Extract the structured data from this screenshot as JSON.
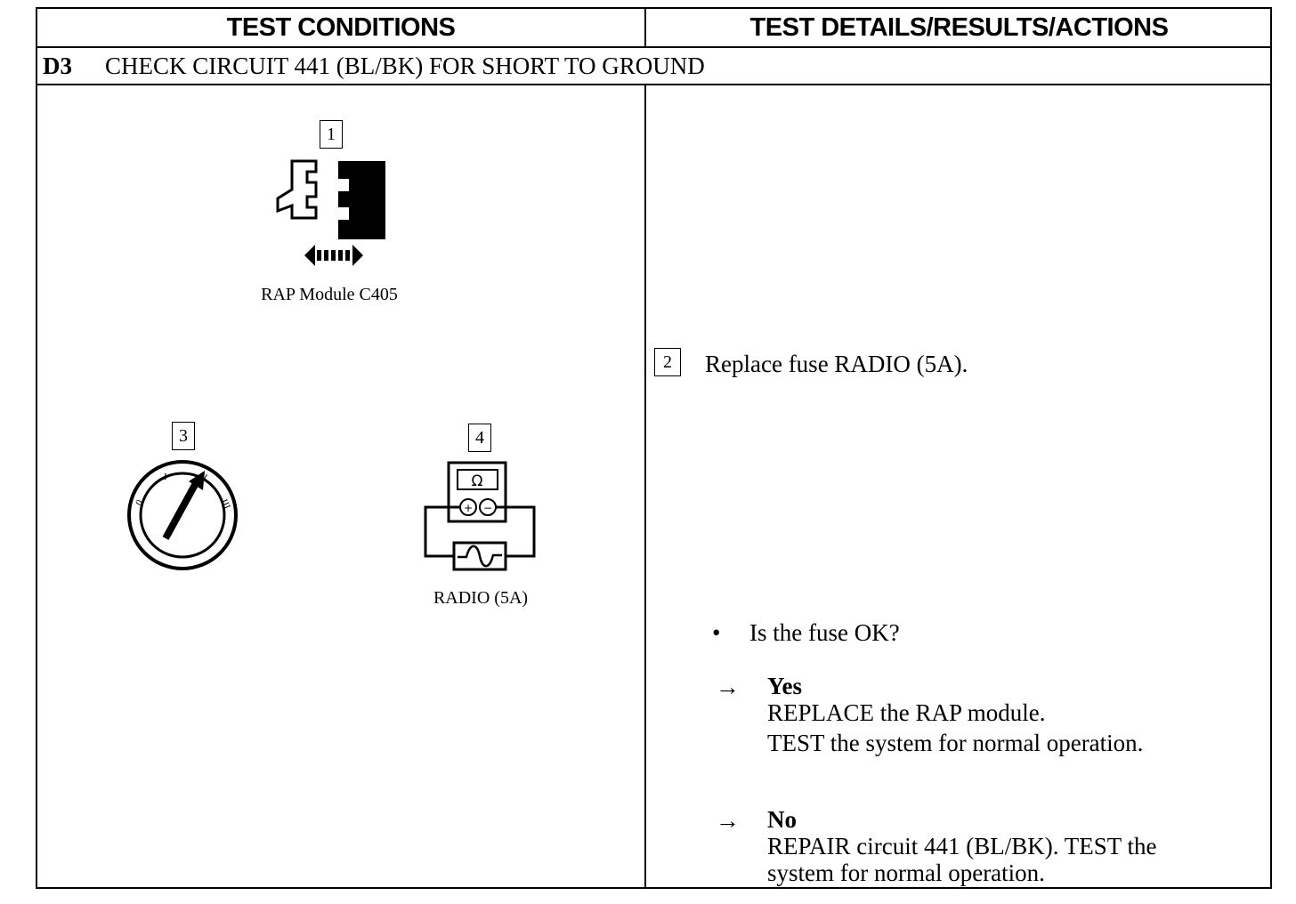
{
  "header": {
    "left": "TEST CONDITIONS",
    "right": "TEST DETAILS/RESULTS/ACTIONS"
  },
  "step": {
    "id": "D3",
    "title": "CHECK CIRCUIT 441 (BL/BK) FOR SHORT TO GROUND"
  },
  "conditions": {
    "fig1": {
      "number": "1",
      "caption": "RAP Module C405"
    },
    "fig3": {
      "number": "3",
      "labels": [
        "0",
        "I",
        "II",
        "III"
      ]
    },
    "fig4": {
      "number": "4",
      "caption": "RADIO (5A)",
      "meter_symbol": "Ω",
      "plus": "+",
      "minus": "−"
    }
  },
  "details": {
    "action": {
      "number": "2",
      "text": "Replace fuse RADIO (5A)."
    },
    "question": {
      "bullet": "•",
      "text": "Is the fuse OK?"
    },
    "results": [
      {
        "arrow": "→",
        "answer": "Yes",
        "lines": [
          "REPLACE the RAP module.",
          "TEST the system for normal operation."
        ]
      },
      {
        "arrow": "→",
        "answer": "No",
        "lines": [
          "REPAIR circuit 441 (BL/BK). TEST the",
          "system for normal operation."
        ]
      }
    ]
  }
}
